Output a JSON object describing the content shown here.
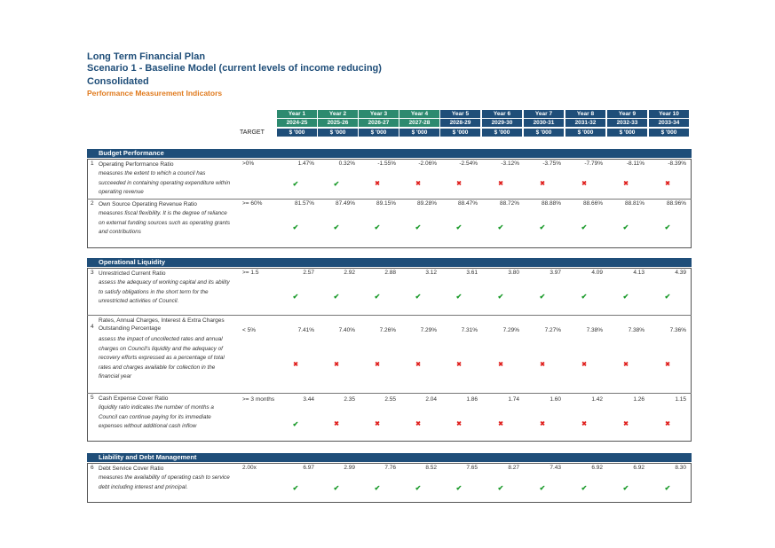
{
  "header": {
    "title": "Long Term Financial Plan",
    "scenario": "Scenario 1 - Baseline Model (current levels of income reducing)",
    "entity": "Consolidated",
    "subtitle": "Performance Measurement Indicators"
  },
  "columns": {
    "target_label": "TARGET",
    "years": [
      {
        "label": "Year 1",
        "period": "2024-25",
        "unit": "$ '000"
      },
      {
        "label": "Year 2",
        "period": "2025-26",
        "unit": "$ '000"
      },
      {
        "label": "Year 3",
        "period": "2026-27",
        "unit": "$ '000"
      },
      {
        "label": "Year 4",
        "period": "2027-28",
        "unit": "$ '000"
      },
      {
        "label": "Year 5",
        "period": "2028-29",
        "unit": "$ '000"
      },
      {
        "label": "Year 6",
        "period": "2029-30",
        "unit": "$ '000"
      },
      {
        "label": "Year 7",
        "period": "2030-31",
        "unit": "$ '000"
      },
      {
        "label": "Year 8",
        "period": "2031-32",
        "unit": "$ '000"
      },
      {
        "label": "Year 9",
        "period": "2032-33",
        "unit": "$ '000"
      },
      {
        "label": "Year 10",
        "period": "2033-34",
        "unit": "$ '000"
      }
    ]
  },
  "sections": [
    {
      "title": "Budget Performance"
    },
    {
      "title": "Operational Liquidity"
    },
    {
      "title": "Liability and Debt Management"
    }
  ],
  "indicators": [
    {
      "num": "1",
      "name": "Operating Performance Ratio",
      "desc": "measures the extent to which a council has succeeded in containing operating expenditure within operating revenue",
      "target": ">0%",
      "values": [
        "1.47%",
        "0.32%",
        "-1.55%",
        "-2.06%",
        "-2.54%",
        "-3.12%",
        "-3.75%",
        "-7.79%",
        "-8.11%",
        "-8.39%"
      ],
      "marks": [
        "ok",
        "ok",
        "bad",
        "bad",
        "bad",
        "bad",
        "bad",
        "bad",
        "bad",
        "bad"
      ]
    },
    {
      "num": "2",
      "name": "Own Source Operating Revenue Ratio",
      "desc": "measures fiscal flexibility. It is the degree of reliance on external funding sources such as operating grants and contributions",
      "target": ">= 60%",
      "values": [
        "81.57%",
        "87.49%",
        "89.15%",
        "89.28%",
        "88.47%",
        "88.72%",
        "88.88%",
        "88.66%",
        "88.81%",
        "88.96%"
      ],
      "marks": [
        "ok",
        "ok",
        "ok",
        "ok",
        "ok",
        "ok",
        "ok",
        "ok",
        "ok",
        "ok"
      ]
    },
    {
      "num": "3",
      "name": "Unrestricted Current Ratio",
      "desc": "assess the adequacy of working capital and its ability to satisfy obligations in the short term for the unrestricted activities of Council.",
      "target": ">= 1.5",
      "values": [
        "2.57",
        "2.92",
        "2.88",
        "3.12",
        "3.61",
        "3.80",
        "3.97",
        "4.09",
        "4.13",
        "4.39"
      ],
      "marks": [
        "ok",
        "ok",
        "ok",
        "ok",
        "ok",
        "ok",
        "ok",
        "ok",
        "ok",
        "ok"
      ]
    },
    {
      "num": "4",
      "name": "Rates, Annual Charges, Interest & Extra Charges Outstanding Percentage",
      "desc": "assess the impact of uncollected rates and annual charges on Council's liquidity and the adequacy of recovery efforts expressed as a percentage of total rates and charges available for collection in the financial year",
      "target": "< 5%",
      "values": [
        "7.41%",
        "7.40%",
        "7.26%",
        "7.29%",
        "7.31%",
        "7.29%",
        "7.27%",
        "7.38%",
        "7.38%",
        "7.36%"
      ],
      "marks": [
        "bad",
        "bad",
        "bad",
        "bad",
        "bad",
        "bad",
        "bad",
        "bad",
        "bad",
        "bad"
      ]
    },
    {
      "num": "5",
      "name": "Cash Expense Cover Ratio",
      "desc": "liquidity ratio indicates the number of months a Council can continue paying for its immediate expenses without additional cash inflow",
      "target": ">= 3 months",
      "values": [
        "3.44",
        "2.35",
        "2.55",
        "2.04",
        "1.86",
        "1.74",
        "1.60",
        "1.42",
        "1.26",
        "1.15"
      ],
      "marks": [
        "ok",
        "bad",
        "bad",
        "bad",
        "bad",
        "bad",
        "bad",
        "bad",
        "bad",
        "bad"
      ]
    },
    {
      "num": "6",
      "name": "Debt Service Cover Ratio",
      "desc": "measures the availability of operating cash to service debt including interest and principal.",
      "target": "2.00x",
      "values": [
        "6.97",
        "2.99",
        "7.76",
        "8.52",
        "7.65",
        "8.27",
        "7.43",
        "6.92",
        "6.92",
        "8.30"
      ],
      "marks": [
        "ok",
        "ok",
        "ok",
        "ok",
        "ok",
        "ok",
        "ok",
        "ok",
        "ok",
        "ok"
      ]
    }
  ],
  "icons": {
    "ok": "check-icon",
    "bad": "cross-icon"
  },
  "colors": {
    "navy": "#1f4e79",
    "teal": "#2d8a6f",
    "ok": "#1a9a2a",
    "bad": "#e0201e",
    "subtitle": "#e07b1f"
  }
}
